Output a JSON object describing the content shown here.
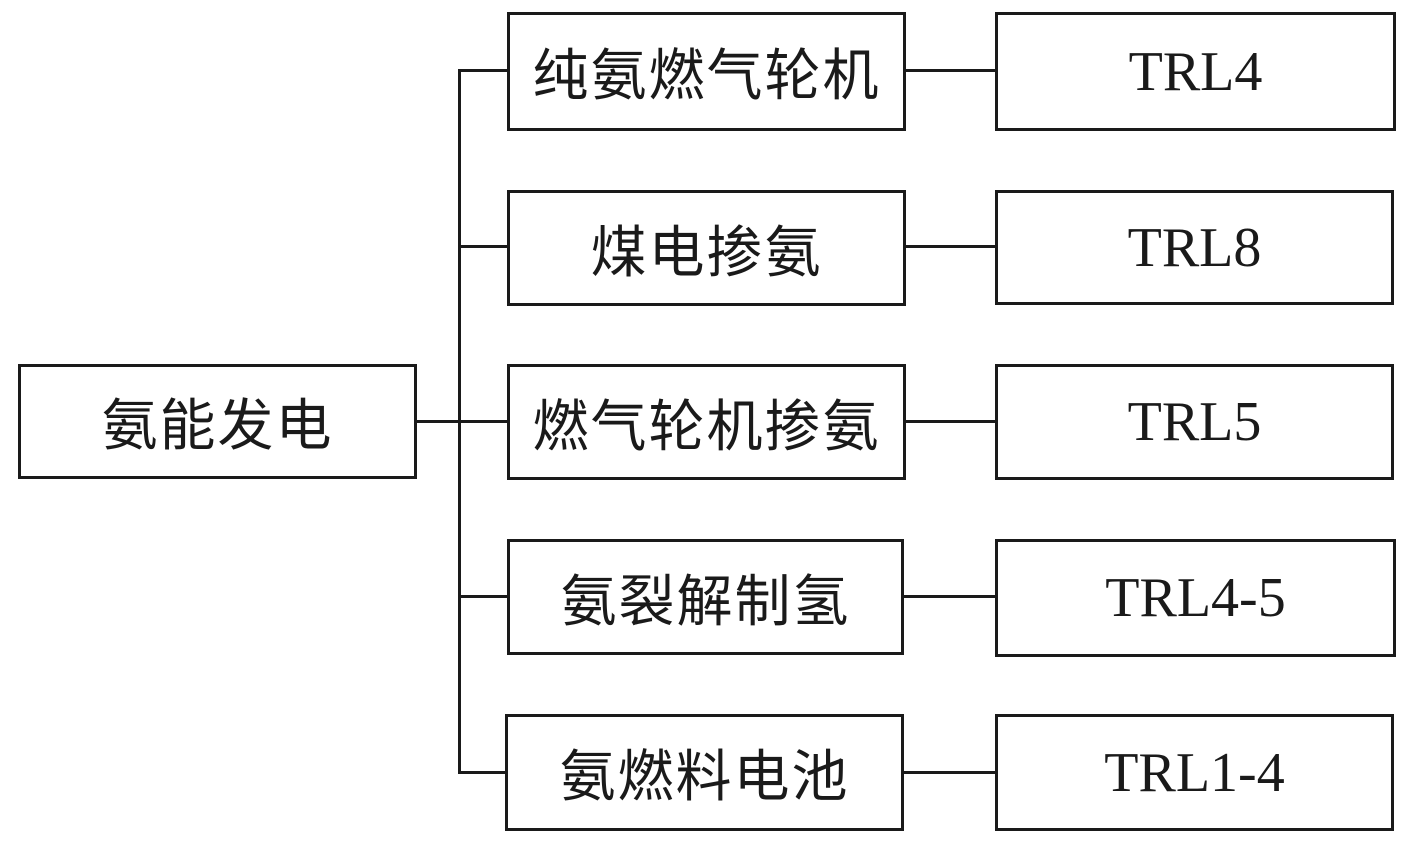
{
  "root": {
    "label": "氨能发电"
  },
  "branches": [
    {
      "label": "纯氨燃气轮机",
      "trl": "TRL4"
    },
    {
      "label": "煤电掺氨",
      "trl": "TRL8"
    },
    {
      "label": "燃气轮机掺氨",
      "trl": "TRL5"
    },
    {
      "label": "氨裂解制氢",
      "trl": "TRL4-5"
    },
    {
      "label": "氨燃料电池",
      "trl": "TRL1-4"
    }
  ]
}
